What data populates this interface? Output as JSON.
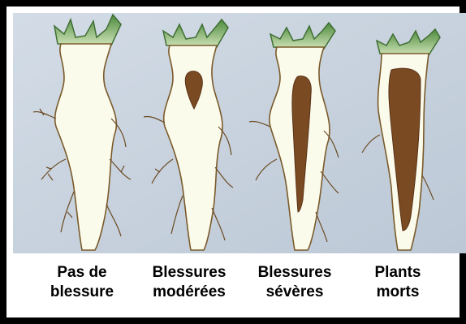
{
  "colors": {
    "background": "#ffffff",
    "frame": "#000000",
    "illustration_bg": "#c9d4e0",
    "stem_fill": "#fbfbec",
    "stem_outline": "#7a5a2a",
    "shoot_green": "#5e9b4a",
    "injury_brown": "#7a4a22"
  },
  "stages": [
    {
      "id": "none",
      "line1": "Pas de",
      "line2": "blessure",
      "injury_fraction": 0.0
    },
    {
      "id": "moderate",
      "line1": "Blessures",
      "line2": "modérées",
      "injury_fraction": 0.25
    },
    {
      "id": "severe",
      "line1": "Blessures",
      "line2": "sévères",
      "injury_fraction": 0.55
    },
    {
      "id": "dead",
      "line1": "Plants",
      "line2": "morts",
      "injury_fraction": 0.9
    }
  ]
}
